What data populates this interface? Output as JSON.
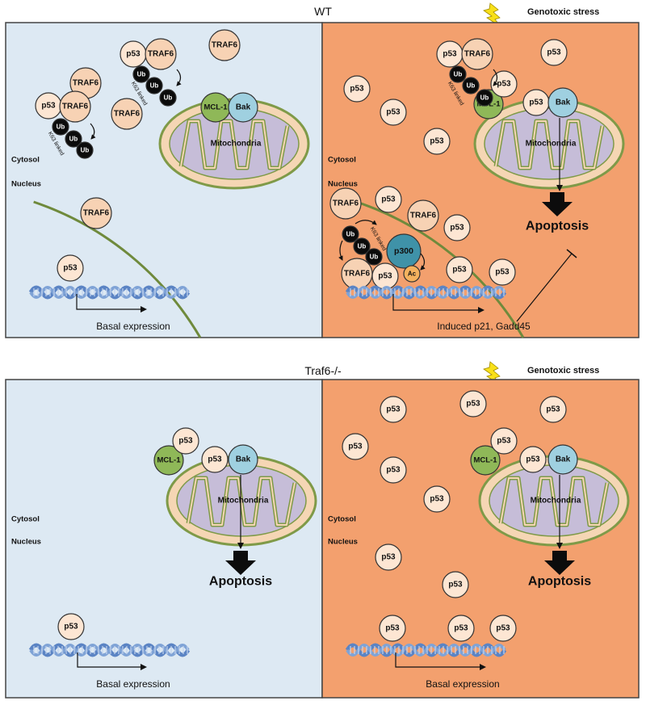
{
  "colors": {
    "basal_bg": "#dde9f3",
    "stress_bg": "#f3a06e",
    "panel_border": "#444444",
    "nucleus_line": "#6f8a3c",
    "p53_fill": "#fde6d3",
    "traf6_fill": "#f7d2b4",
    "mcl1_fill": "#8fb858",
    "bak_fill": "#9fd0e0",
    "p300_fill": "#3f92a8",
    "ac_fill": "#f4b25e",
    "ub_fill": "#0b0b0b",
    "mito_outer": "#f5d6b4",
    "mito_inner": "#c6bdd8",
    "mito_border": "#7f9a48",
    "dna_color": "#5b84c4",
    "lightning": "#f8e019"
  },
  "icons": {
    "lightning": "lightning-bolt-icon"
  },
  "sections": [
    {
      "title": "WT",
      "stress_label": "Genotoxic stress",
      "left": {
        "cytosol": "Cytosol",
        "nucleus": "Nucleus",
        "mitochondria": "Mitochondria",
        "expression": "Basal expression",
        "p53": "p53",
        "traf6": "TRAF6",
        "mcl1": "MCL-1",
        "bak": "Bak",
        "ub": "Ub",
        "k63": "K63 linked"
      },
      "right": {
        "cytosol": "Cytosol",
        "nucleus": "Nucleus",
        "mitochondria": "Mitochondria",
        "apoptosis": "Apoptosis",
        "expression": "Induced p21, Gadd45",
        "p53": "p53",
        "traf6": "TRAF6",
        "mcl1": "MCL-1",
        "bak": "Bak",
        "ub": "Ub",
        "k63": "K63 linked",
        "p300": "p300",
        "ac": "Ac"
      }
    },
    {
      "title": "Traf6-/-",
      "stress_label": "Genotoxic stress",
      "left": {
        "cytosol": "Cytosol",
        "nucleus": "Nucleus",
        "mitochondria": "Mitochondria",
        "apoptosis": "Apoptosis",
        "expression": "Basal expression",
        "p53": "p53",
        "mcl1": "MCL-1",
        "bak": "Bak"
      },
      "right": {
        "cytosol": "Cytosol",
        "nucleus": "Nucleus",
        "mitochondria": "Mitochondria",
        "apoptosis": "Apoptosis",
        "expression": "Basal expression",
        "p53": "p53",
        "mcl1": "MCL-1",
        "bak": "Bak"
      }
    }
  ]
}
